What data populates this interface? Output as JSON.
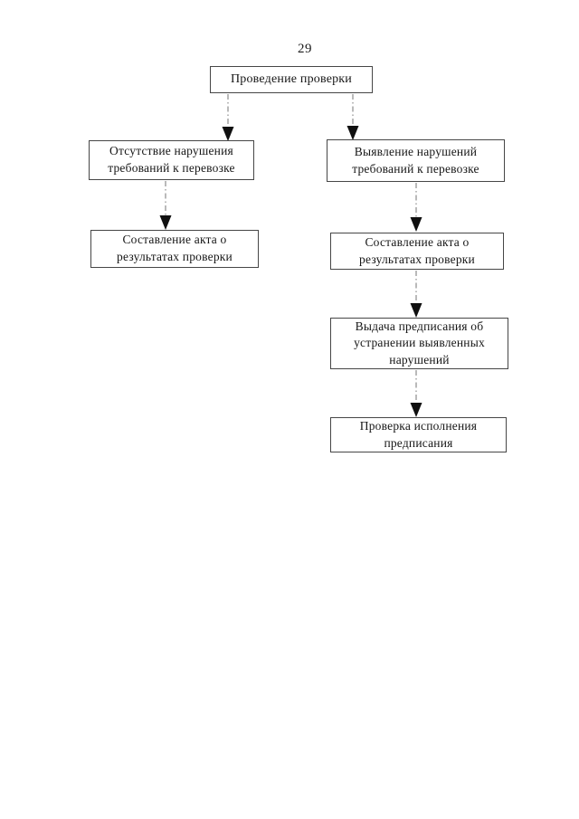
{
  "page": {
    "number": "29"
  },
  "flowchart": {
    "title": "Проведение проверки",
    "nodes": [
      {
        "id": "start",
        "label": "Проведение проверки"
      },
      {
        "id": "no-violations",
        "label": "Отсутствие  нарушения требований к перевозке"
      },
      {
        "id": "violations-found",
        "label": "Выявление нарушений требований к перевозке"
      },
      {
        "id": "act-left",
        "label": "Составление акта о результатах проверки"
      },
      {
        "id": "act-right",
        "label": "Составление акта о результатах проверки"
      },
      {
        "id": "issue-order",
        "label": "Выдача предписания об устранении выявленных нарушений"
      },
      {
        "id": "check-order",
        "label": "Проверка исполнения предписания"
      }
    ],
    "edges": [
      {
        "from": "start",
        "to": "no-violations"
      },
      {
        "from": "start",
        "to": "violations-found"
      },
      {
        "from": "no-violations",
        "to": "act-left"
      },
      {
        "from": "violations-found",
        "to": "act-right"
      },
      {
        "from": "act-right",
        "to": "issue-order"
      },
      {
        "from": "issue-order",
        "to": "check-order"
      }
    ]
  }
}
